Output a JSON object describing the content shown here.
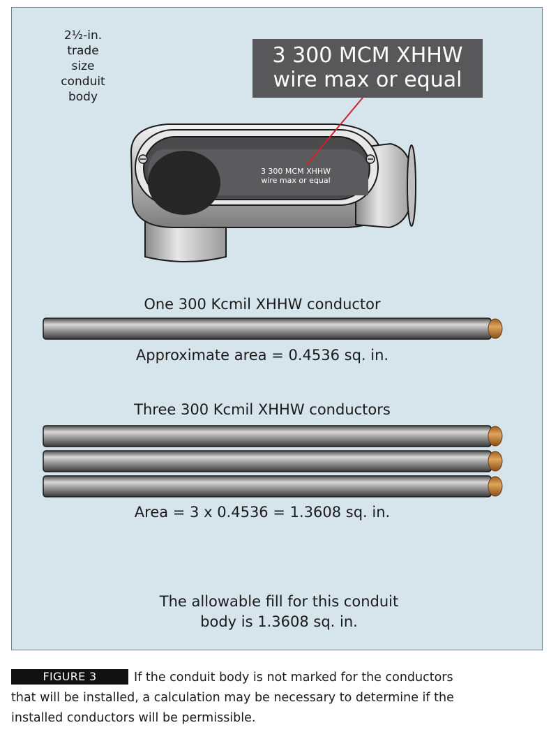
{
  "figure": {
    "trade_size_lines": [
      "2½-in.",
      "trade size",
      "conduit",
      "body"
    ],
    "callout_lines": [
      "3 300 MCM XHHW",
      "wire max or equal"
    ],
    "body_marking_lines": [
      "3 300 MCM XHHW",
      "wire max or equal"
    ],
    "one_conductor_title": "One 300 Kcmil XHHW conductor",
    "one_conductor_area": "Approximate area = 0.4536 sq. in.",
    "three_conductors_title": "Three 300 Kcmil XHHW conductors",
    "three_conductors_area": "Area = 3 x 0.4536 = 1.3608 sq. in.",
    "allowable_fill_lines": [
      "The allowable fill for this conduit",
      "body is 1.3608 sq. in."
    ]
  },
  "caption": {
    "badge": "FIGURE 3",
    "text": "If the conduit body is not marked for the conductors that will be installed, a calculation may be necessary to determine if the installed conductors will be permissible."
  },
  "colors": {
    "panel_background": "#d6e4ec",
    "callout_background": "#58585a",
    "leader_line": "#d0202a",
    "copper": "#c8843c"
  }
}
